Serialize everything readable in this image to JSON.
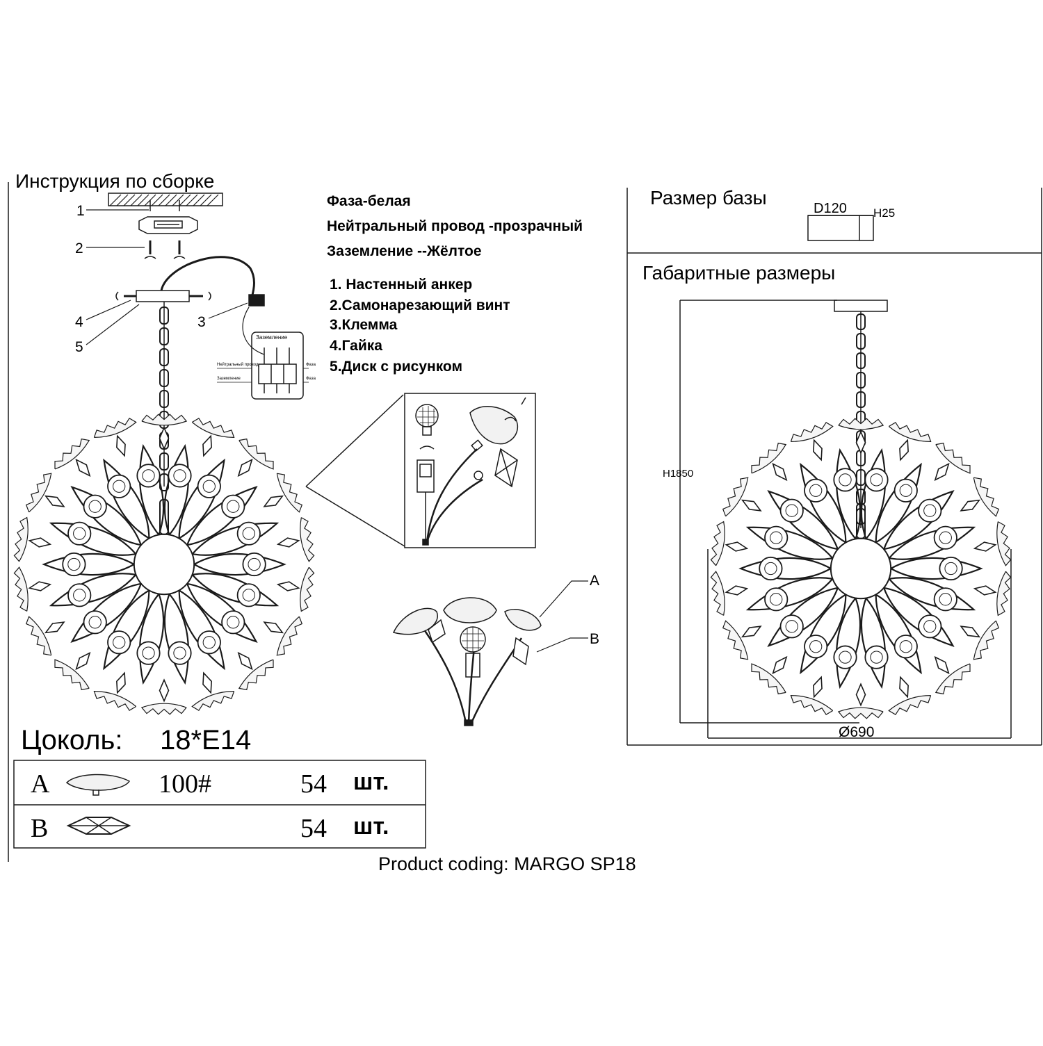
{
  "assembly": {
    "title": "Инструкция по сборке",
    "callouts": [
      "1",
      "2",
      "3",
      "4",
      "5"
    ],
    "terminal_label": "Заземление",
    "terminal_left_top": "Нейтральный провод",
    "terminal_left_bottom": "Заземление",
    "terminal_right_top": "Фаза",
    "terminal_right_bottom": "Фаза"
  },
  "wiring": {
    "phase": "Фаза-белая",
    "neutral": "Нейтральный провод -прозрачный",
    "ground": "Заземление --Жёлтое"
  },
  "parts": [
    "1. Настенный анкер",
    "2.Самонарезающий винт",
    "3.Клемма",
    "4.Гайка",
    "5.Диск с рисунком"
  ],
  "base": {
    "title": "Размер базы",
    "diameter": "D120",
    "height": "H25"
  },
  "overall": {
    "title": "Габаритные размеры",
    "height": "H1850",
    "diameter": "Ø690"
  },
  "detail_labels": {
    "a": "A",
    "b": "B"
  },
  "socket": {
    "label": "Цоколь:",
    "value": "18*E14"
  },
  "components_table": [
    {
      "letter": "A",
      "code": "100#",
      "qty": "54",
      "unit": "шт."
    },
    {
      "letter": "B",
      "code": "",
      "qty": "54",
      "unit": "шт."
    }
  ],
  "footer": {
    "product_coding": "Product coding: MARGO SP18"
  },
  "colors": {
    "ink": "#1a1a1a",
    "background": "#ffffff"
  }
}
